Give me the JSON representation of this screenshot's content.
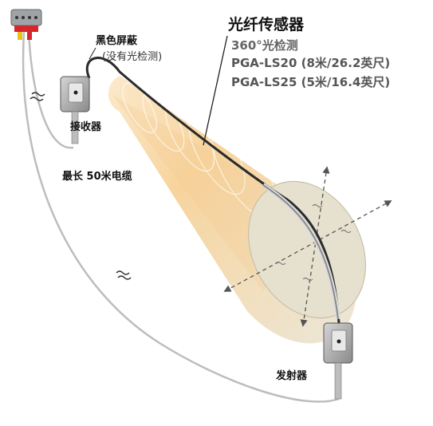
{
  "title": "光纤传感器",
  "specs": {
    "detection": "360°光检测",
    "model_ls20": "PGA-LS20 (8米/26.2英尺)",
    "model_ls25": "PGA-LS25 (5米/16.4英尺)"
  },
  "labels": {
    "shielding": "黑色屏蔽",
    "shielding_note": "(没有光检测)",
    "receiver": "接收器",
    "cable_length": "最长 50米电缆",
    "emitter": "发射器"
  },
  "colors": {
    "beam": "#f4c98c",
    "beam_end": "#ebe6d8",
    "device_body": "#9a9a9a",
    "cable": "#b9b9b9",
    "connector_red": "#d4262b",
    "connector_yellow": "#e8c21a",
    "arrow": "#555555"
  }
}
